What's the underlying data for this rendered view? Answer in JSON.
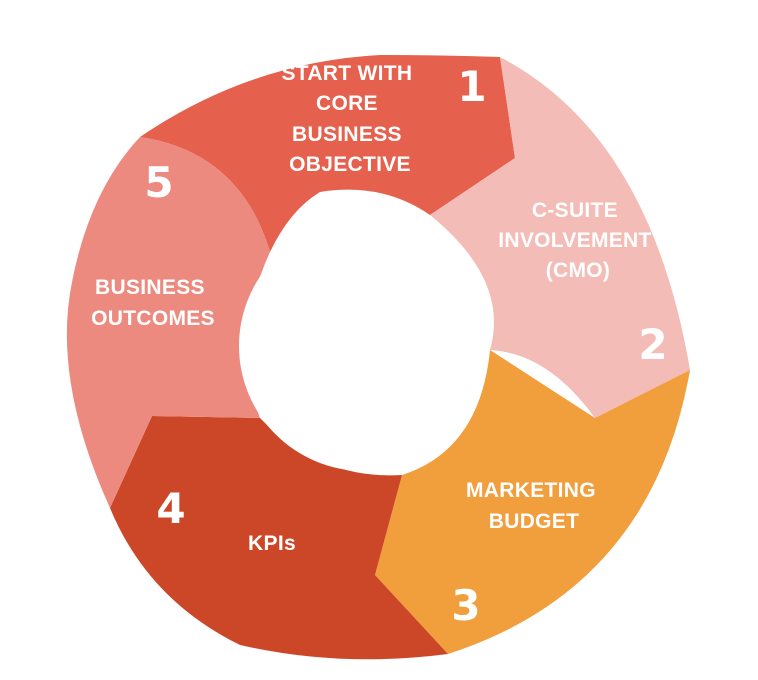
{
  "colors": {
    "segment1": "#E5604D",
    "segment2": "#F4BCB6",
    "segment3": "#F19E3D",
    "segment4": "#CB4727",
    "segment5": "#EC8A80",
    "hub": "#FFFFFF"
  },
  "segments": [
    {
      "number": "1",
      "lines": [
        "START WITH",
        "CORE",
        "BUSINESS",
        "OBJECTIVE"
      ]
    },
    {
      "number": "2",
      "lines": [
        "C-SUITE",
        "INVOLVEMENT",
        "(CMO)"
      ]
    },
    {
      "number": "3",
      "lines": [
        "MARKETING",
        "BUDGET"
      ]
    },
    {
      "number": "4",
      "lines": [
        "KPIs"
      ]
    },
    {
      "number": "5",
      "lines": [
        "BUSINESS",
        "OUTCOMES"
      ]
    }
  ]
}
